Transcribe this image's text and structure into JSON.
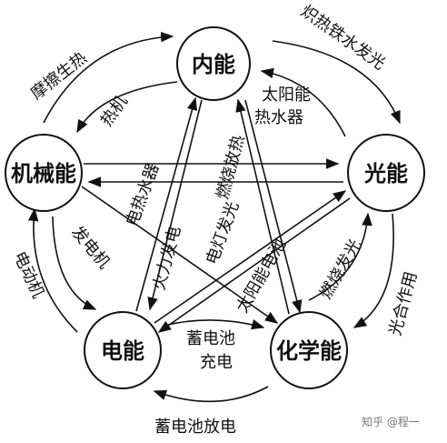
{
  "nodes": {
    "top": "内能",
    "left": "机械能",
    "right": "光能",
    "bottom_left": "电能",
    "bottom_right": "化学能"
  },
  "labels": {
    "friction": "摩擦生热",
    "incandescent": "炽热铁水发光",
    "heat_engine": "热机",
    "solar_heater": "太阳能热水器",
    "electric_heater": "电热水器",
    "combustion_heat": "燃烧放热",
    "generator": "发电机",
    "thermal_power": "火力发电",
    "electric_light": "电灯发光",
    "solar_cell": "太阳能电池",
    "combustion_light": "燃烧发光",
    "photosynthesis": "光合作用",
    "electric_motor": "电动机",
    "battery_charge": "蓄电池充电",
    "battery_discharge": "蓄电池放电"
  },
  "watermark": "知乎 @程一"
}
